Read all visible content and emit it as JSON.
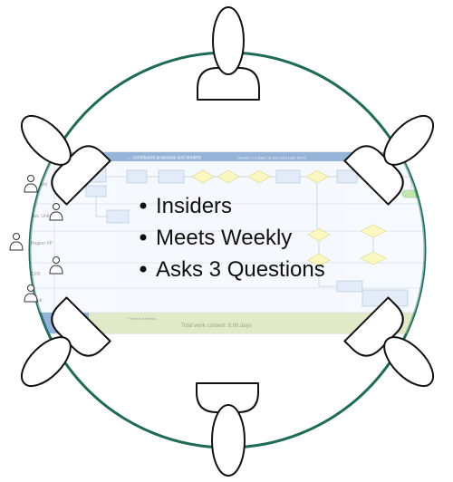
{
  "colors": {
    "table_stroke": "#1f6b57",
    "table_fill": "#ffffff",
    "diagram_header": "#3f78b9",
    "diagram_lane": "#eef4fb",
    "diagram_box": "#ccdcf2",
    "diagram_diamond": "#f6f28c",
    "diagram_footer": "#c7d99b",
    "person_fill": "#ffffff",
    "person_stroke": "#111111",
    "text": "#111111"
  },
  "bullets": [
    "Insiders",
    "Meets Weekly",
    "Asks 3 Questions"
  ],
  "diagram": {
    "title": "… contributed proposals and tenders",
    "header_meta": "Version: 1.4  Date: 15 Jun 2019   Last: 00:00",
    "lanes": [
      "Account",
      "Bus. Unit",
      "Region VP",
      "CFO",
      "Legal"
    ],
    "footer_left": "7 Weeks  8 Weeks",
    "footer_total": "Total work content: 8.06 days"
  },
  "icons": {
    "bullet": "bullet-dot-icon",
    "person": "user-icon",
    "seat": "chair-icon"
  }
}
